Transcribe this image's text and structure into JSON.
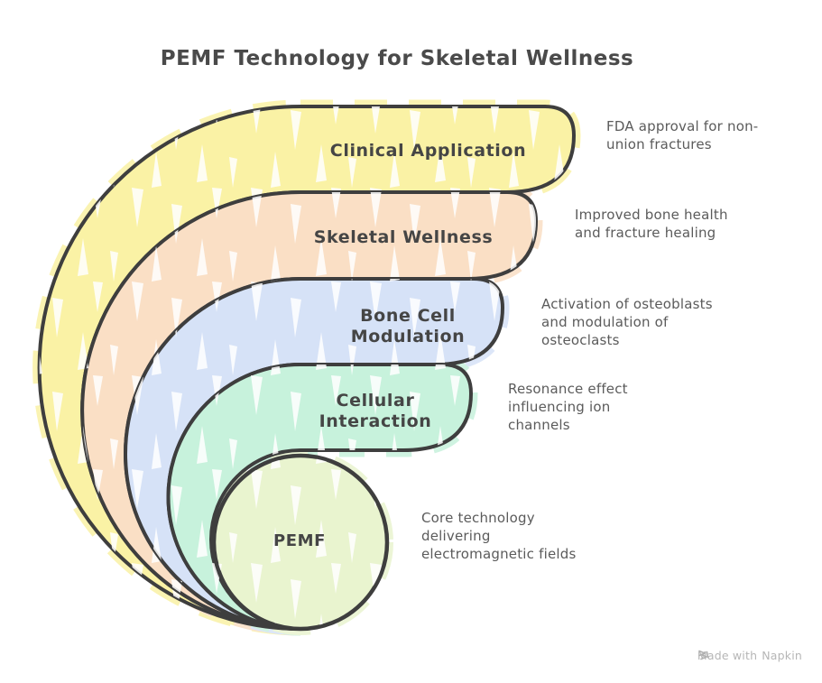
{
  "title": "PEMF Technology for Skeletal Wellness",
  "layers": [
    {
      "label": "Clinical Application",
      "note": "FDA approval for non-union fractures",
      "color": "#FAF2A5"
    },
    {
      "label": "Skeletal Wellness",
      "note": "Improved bone health and fracture healing",
      "color": "#FADFC5"
    },
    {
      "label": "Bone Cell Modulation",
      "note": "Activation of osteoblasts and modulation of osteoclasts",
      "color": "#D6E2F7"
    },
    {
      "label": "Cellular Interaction",
      "note": "Resonance effect influencing ion channels",
      "color": "#C7F2DC"
    },
    {
      "label": "PEMF",
      "note": "Core technology delivering electromagnetic fields",
      "color": "#E9F4CF"
    }
  ],
  "style": {
    "outline_color": "#3e3e3e",
    "label_color": "#454545",
    "note_color": "#5b5b5b",
    "footer_color": "#b6b6b6"
  },
  "footer": {
    "made_with": "Made with",
    "brand": "Napkin",
    "icon": "napkin-chevrons-icon"
  }
}
